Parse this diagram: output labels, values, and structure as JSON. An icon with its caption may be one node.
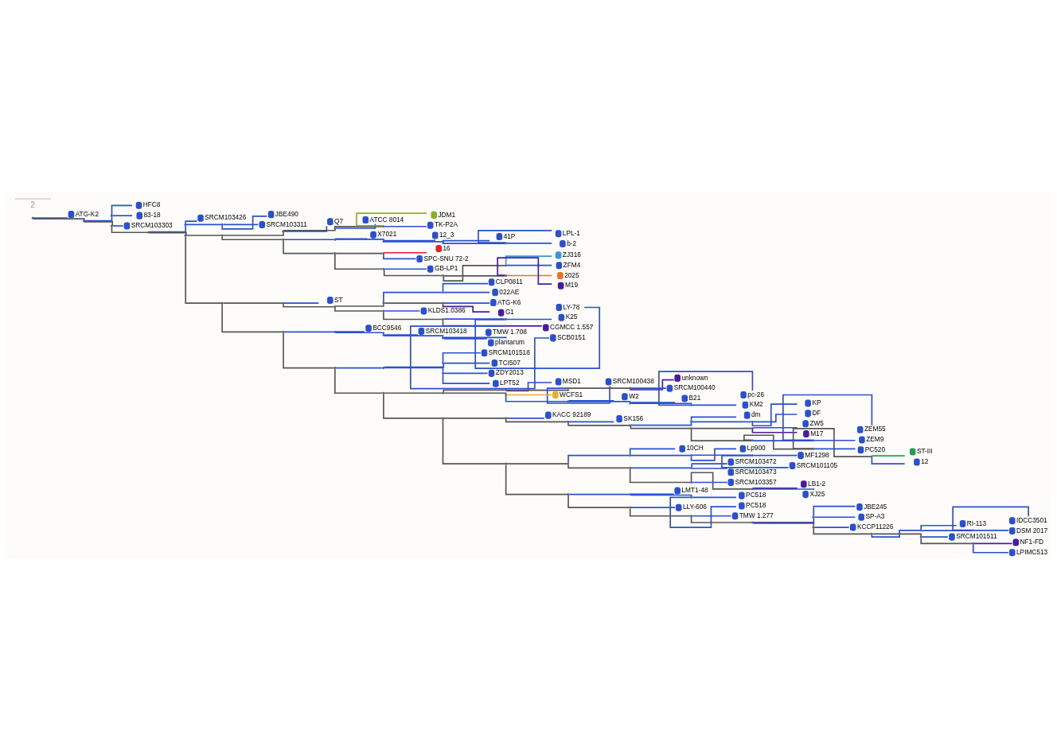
{
  "diagram": {
    "nodes": [
      {
        "text": [],
        "shape": "point"
      },
      {
        "text": [
          "ATG-K2"
        ]
      },
      {
        "text": [],
        "shape": "point"
      },
      {
        "text": [],
        "shape": "point"
      },
      {
        "text": [
          "HFC8"
        ]
      },
      {
        "text": [
          "83-18"
        ]
      },
      {
        "text": [],
        "shape": "point"
      },
      {
        "text": [
          "SRCM103303"
        ]
      },
      {
        "text": [],
        "shape": "point"
      },
      {
        "text": [],
        "shape": "point"
      },
      {
        "text": [
          "SRCM103426"
        ]
      },
      {
        "text": [],
        "shape": "point"
      },
      {
        "text": [
          "JBE490"
        ]
      },
      {
        "text": [
          "SRCM103311"
        ]
      },
      {
        "text": [],
        "shape": "point"
      },
      {
        "text": [],
        "shape": "point"
      },
      {
        "text": [],
        "shape": "point"
      },
      {
        "text": [
          "Q7"
        ]
      },
      {
        "text": [],
        "shape": "point"
      },
      {
        "text": [
          "ATCC 8014"
        ]
      },
      {
        "text": [],
        "shape": "point"
      },
      {
        "text": [
          "JDM1"
        ]
      },
      {
        "text": [
          "TK-P2A"
        ]
      },
      {
        "text": [],
        "shape": "point"
      },
      {
        "text": [],
        "shape": "point"
      },
      {
        "text": [
          "X7021"
        ]
      },
      {
        "text": [],
        "shape": "point"
      },
      {
        "text": [
          "12_3"
        ]
      },
      {
        "text": [],
        "shape": "point"
      },
      {
        "text": [
          "41P"
        ]
      },
      {
        "text": [],
        "shape": "point"
      },
      {
        "text": [
          "LPL-1"
        ]
      },
      {
        "text": [
          "b-2"
        ]
      },
      {
        "text": [],
        "shape": "point"
      },
      {
        "text": [],
        "shape": "point"
      },
      {
        "text": [
          "16"
        ]
      },
      {
        "text": [
          "SPC-SNU 72-2"
        ]
      },
      {
        "text": [],
        "shape": "point"
      },
      {
        "text": [
          "GB-LP1"
        ]
      },
      {
        "text": [],
        "shape": "point"
      },
      {
        "text": [],
        "shape": "point"
      },
      {
        "text": [
          "ZJ316"
        ]
      },
      {
        "text": [
          "ZFM4"
        ]
      },
      {
        "text": [],
        "shape": "point"
      },
      {
        "text": [
          "2025"
        ]
      },
      {
        "text": [
          "M19"
        ]
      },
      {
        "text": [],
        "shape": "point"
      },
      {
        "text": [],
        "shape": "point"
      },
      {
        "text": [
          "ST"
        ]
      },
      {
        "text": [],
        "shape": "point"
      },
      {
        "text": [],
        "shape": "point"
      },
      {
        "text": [],
        "shape": "point"
      },
      {
        "text": [
          "CLP0811"
        ]
      },
      {
        "text": [
          "022AE"
        ]
      },
      {
        "text": [],
        "shape": "point"
      },
      {
        "text": [
          "ATG-K6"
        ]
      },
      {
        "text": [
          "G1"
        ]
      },
      {
        "text": [],
        "shape": "point"
      },
      {
        "text": [
          "KLDS1.0386"
        ]
      },
      {
        "text": [],
        "shape": "point"
      },
      {
        "text": [],
        "shape": "point"
      },
      {
        "text": [
          "LY-78"
        ]
      },
      {
        "text": [
          "K25"
        ]
      },
      {
        "text": [],
        "shape": "point"
      },
      {
        "text": [
          "CGMCC 1.557"
        ]
      },
      {
        "text": [
          "SCB0151"
        ]
      },
      {
        "text": [],
        "shape": "point"
      },
      {
        "text": [],
        "shape": "point"
      },
      {
        "text": [
          "BCC9546"
        ]
      },
      {
        "text": [],
        "shape": "point"
      },
      {
        "text": [
          "SRCM103418"
        ]
      },
      {
        "text": [],
        "shape": "point"
      },
      {
        "text": [
          "TMW 1.708"
        ]
      },
      {
        "text": [
          "plantarum"
        ]
      },
      {
        "text": [],
        "shape": "point"
      },
      {
        "text": [],
        "shape": "point"
      },
      {
        "text": [],
        "shape": "point"
      },
      {
        "text": [
          "SRCM101518"
        ]
      },
      {
        "text": [
          "TCI507"
        ]
      },
      {
        "text": [],
        "shape": "point"
      },
      {
        "text": [
          "ZDY2013"
        ]
      },
      {
        "text": [
          "LPT52"
        ]
      },
      {
        "text": [],
        "shape": "point"
      },
      {
        "text": [],
        "shape": "point"
      },
      {
        "text": [],
        "shape": "point"
      },
      {
        "text": [
          "MSD1"
        ]
      },
      {
        "text": [],
        "shape": "point"
      },
      {
        "text": [
          "SRCM100438"
        ]
      },
      {
        "text": [],
        "shape": "point"
      },
      {
        "text": [
          "unknown"
        ]
      },
      {
        "text": [
          "SRCM100440"
        ]
      },
      {
        "text": [],
        "shape": "point"
      },
      {
        "text": [
          "WCFS1"
        ]
      },
      {
        "text": [],
        "shape": "point"
      },
      {
        "text": [
          "W2"
        ]
      },
      {
        "text": [],
        "shape": "point"
      },
      {
        "text": [
          "B21"
        ]
      },
      {
        "text": [],
        "shape": "point"
      },
      {
        "text": [
          "pc-26"
        ]
      },
      {
        "text": [
          "KM2"
        ]
      },
      {
        "text": [],
        "shape": "point"
      },
      {
        "text": [],
        "shape": "point"
      },
      {
        "text": [
          "KACC 92189"
        ]
      },
      {
        "text": [],
        "shape": "point"
      },
      {
        "text": [
          "SK156"
        ]
      },
      {
        "text": [],
        "shape": "point"
      },
      {
        "text": [],
        "shape": "point"
      },
      {
        "text": [
          "dm"
        ]
      },
      {
        "text": [],
        "shape": "point"
      },
      {
        "text": [
          "KP"
        ]
      },
      {
        "text": [
          "DF"
        ]
      },
      {
        "text": [],
        "shape": "point"
      },
      {
        "text": [],
        "shape": "point"
      },
      {
        "text": [
          "ZW5"
        ]
      },
      {
        "text": [
          "M17"
        ]
      },
      {
        "text": [],
        "shape": "point"
      },
      {
        "text": [],
        "shape": "point"
      },
      {
        "text": [
          "ZEM55"
        ]
      },
      {
        "text": [
          "ZEM9"
        ]
      },
      {
        "text": [],
        "shape": "point"
      },
      {
        "text": [
          "PC520"
        ]
      },
      {
        "text": [],
        "shape": "point"
      },
      {
        "text": [
          "ST-III"
        ]
      },
      {
        "text": [
          "12"
        ]
      },
      {
        "text": [],
        "shape": "point"
      },
      {
        "text": [],
        "shape": "point"
      },
      {
        "text": [],
        "shape": "point"
      },
      {
        "text": [
          "10CH"
        ]
      },
      {
        "text": [],
        "shape": "point"
      },
      {
        "text": [
          "Lp900"
        ]
      },
      {
        "text": [],
        "shape": "point"
      },
      {
        "text": [
          "MF1298"
        ]
      },
      {
        "text": [
          "SRCM101105"
        ]
      },
      {
        "text": [],
        "shape": "point"
      },
      {
        "text": [],
        "shape": "point"
      },
      {
        "text": [
          "SRCM103472"
        ]
      },
      {
        "text": [
          "SRCM103473"
        ]
      },
      {
        "text": [],
        "shape": "point"
      },
      {
        "text": [
          "SRCM103357"
        ]
      },
      {
        "text": [],
        "shape": "point"
      },
      {
        "text": [
          "LB1-2"
        ]
      },
      {
        "text": [
          "XJ25"
        ]
      },
      {
        "text": [],
        "shape": "point"
      },
      {
        "text": [],
        "shape": "point"
      },
      {
        "text": [
          "LMT1-48"
        ]
      },
      {
        "text": [],
        "shape": "point"
      },
      {
        "text": [
          "PC518"
        ]
      },
      {
        "text": [
          "PC518"
        ]
      },
      {
        "text": [],
        "shape": "point"
      },
      {
        "text": [
          "LLY-606"
        ]
      },
      {
        "text": [],
        "shape": "point"
      },
      {
        "text": [
          "TMW 1.277"
        ]
      },
      {
        "text": [],
        "shape": "point"
      },
      {
        "text": [],
        "shape": "point"
      },
      {
        "text": [
          "JBE245"
        ]
      },
      {
        "text": [
          "SP-A3"
        ]
      },
      {
        "text": [],
        "shape": "point"
      },
      {
        "text": [
          "KCCP11226"
        ]
      },
      {
        "text": [],
        "shape": "point"
      },
      {
        "text": [],
        "shape": "point"
      },
      {
        "text": [
          "RI-113"
        ]
      },
      {
        "text": [],
        "shape": "point"
      },
      {
        "text": [
          "IDCC3501"
        ]
      },
      {
        "text": [
          "DSM 2017"
        ]
      },
      {
        "text": [],
        "shape": "point"
      },
      {
        "text": [
          "SRCM101511"
        ]
      },
      {
        "text": [],
        "shape": "point"
      },
      {
        "text": [
          "NF1-FD"
        ]
      },
      {
        "text": [
          "LPIMC513"
        ]
      }
    ],
    "edges": [
      {
        "from": 0,
        "to": 1,
        "arrow": "none"
      },
      {
        "from": 0,
        "to": 2,
        "arrow": "none",
        "color": "#555555"
      },
      {
        "from": 2,
        "to": 3,
        "arrow": "none"
      },
      {
        "from": 3,
        "to": 4,
        "arrow": "none"
      },
      {
        "from": 3,
        "to": 5,
        "arrow": "none"
      },
      {
        "from": 2,
        "to": 6,
        "arrow": "none",
        "color": "#555555"
      },
      {
        "from": 6,
        "to": 7,
        "arrow": "none"
      },
      {
        "from": 6,
        "to": 8,
        "arrow": "none",
        "color": "#555555"
      },
      {
        "from": 8,
        "to": 9,
        "arrow": "none"
      },
      {
        "from": 9,
        "to": 10,
        "arrow": "none"
      },
      {
        "from": 9,
        "to": 11,
        "arrow": "none"
      },
      {
        "from": 11,
        "to": 12,
        "arrow": "none"
      },
      {
        "from": 11,
        "to": 13,
        "arrow": "none"
      },
      {
        "from": 8,
        "to": 14,
        "arrow": "none",
        "color": "#555555"
      },
      {
        "from": 14,
        "to": 15,
        "arrow": "none",
        "color": "#555555"
      },
      {
        "from": 15,
        "to": 16,
        "arrow": "none",
        "color": "#555555"
      },
      {
        "from": 16,
        "to": 17,
        "arrow": "none"
      },
      {
        "from": 16,
        "to": 18,
        "arrow": "none",
        "color": "#555555"
      },
      {
        "from": 18,
        "to": 19,
        "arrow": "none"
      },
      {
        "from": 18,
        "to": 20,
        "arrow": "none",
        "color": "#555555"
      },
      {
        "from": 20,
        "to": 21,
        "arrow": "none",
        "color": "#8ab02a"
      },
      {
        "from": 20,
        "to": 22,
        "arrow": "none"
      },
      {
        "from": 15,
        "to": 23,
        "arrow": "none",
        "color": "#555555"
      },
      {
        "from": 23,
        "to": 24,
        "arrow": "none"
      },
      {
        "from": 24,
        "to": 25,
        "arrow": "none"
      },
      {
        "from": 24,
        "to": 26,
        "arrow": "none"
      },
      {
        "from": 26,
        "to": 27,
        "arrow": "none"
      },
      {
        "from": 26,
        "to": 28,
        "arrow": "none"
      },
      {
        "from": 28,
        "to": 29,
        "arrow": "none"
      },
      {
        "from": 28,
        "to": 30,
        "arrow": "none"
      },
      {
        "from": 30,
        "to": 31,
        "arrow": "none"
      },
      {
        "from": 30,
        "to": 32,
        "arrow": "none"
      },
      {
        "from": 23,
        "to": 33,
        "arrow": "none",
        "color": "#555555"
      },
      {
        "from": 33,
        "to": 34,
        "arrow": "none",
        "color": "#555555"
      },
      {
        "from": 34,
        "to": 35,
        "arrow": "none",
        "color": "#e8202a"
      },
      {
        "from": 34,
        "to": 36,
        "arrow": "none"
      },
      {
        "from": 33,
        "to": 37,
        "arrow": "none",
        "color": "#555555"
      },
      {
        "from": 37,
        "to": 38,
        "arrow": "none"
      },
      {
        "from": 37,
        "to": 39,
        "arrow": "none",
        "color": "#555555"
      },
      {
        "from": 39,
        "to": 40,
        "arrow": "none",
        "color": "#555555"
      },
      {
        "from": 40,
        "to": 41,
        "arrow": "none",
        "color": "#3a96d6"
      },
      {
        "from": 40,
        "to": 42,
        "arrow": "none"
      },
      {
        "from": 39,
        "to": 43,
        "arrow": "none",
        "color": "#555555"
      },
      {
        "from": 43,
        "to": 44,
        "arrow": "none",
        "color": "#ef7020"
      },
      {
        "from": 43,
        "to": 45,
        "arrow": "none",
        "color": "#4a1aa0"
      },
      {
        "from": 14,
        "to": 46,
        "arrow": "none",
        "color": "#555555"
      },
      {
        "from": 46,
        "to": 47,
        "arrow": "none",
        "color": "#555555"
      },
      {
        "from": 47,
        "to": 48,
        "arrow": "none"
      },
      {
        "from": 47,
        "to": 49,
        "arrow": "none",
        "color": "#555555"
      },
      {
        "from": 49,
        "to": 50,
        "arrow": "none",
        "color": "#555555"
      },
      {
        "from": 50,
        "to": 51,
        "arrow": "none"
      },
      {
        "from": 51,
        "to": 52,
        "arrow": "none"
      },
      {
        "from": 51,
        "to": 53,
        "arrow": "none"
      },
      {
        "from": 50,
        "to": 54,
        "arrow": "none",
        "color": "#555555"
      },
      {
        "from": 54,
        "to": 55,
        "arrow": "none"
      },
      {
        "from": 54,
        "to": 56,
        "arrow": "none",
        "color": "#4a1aa0"
      },
      {
        "from": 49,
        "to": 57,
        "arrow": "none",
        "color": "#555555"
      },
      {
        "from": 57,
        "to": 58,
        "arrow": "none"
      },
      {
        "from": 57,
        "to": 59,
        "arrow": "none",
        "color": "#555555"
      },
      {
        "from": 59,
        "to": 60,
        "arrow": "none"
      },
      {
        "from": 60,
        "to": 61,
        "arrow": "none"
      },
      {
        "from": 60,
        "to": 62,
        "arrow": "none"
      },
      {
        "from": 59,
        "to": 63,
        "arrow": "none",
        "color": "#555555"
      },
      {
        "from": 63,
        "to": 64,
        "arrow": "none",
        "color": "#4a1aa0"
      },
      {
        "from": 63,
        "to": 65,
        "arrow": "none"
      },
      {
        "from": 46,
        "to": 66,
        "arrow": "none",
        "color": "#555555"
      },
      {
        "from": 66,
        "to": 67,
        "arrow": "none"
      },
      {
        "from": 67,
        "to": 68,
        "arrow": "none"
      },
      {
        "from": 67,
        "to": 69,
        "arrow": "none"
      },
      {
        "from": 69,
        "to": 70,
        "arrow": "none"
      },
      {
        "from": 69,
        "to": 71,
        "arrow": "none"
      },
      {
        "from": 71,
        "to": 72,
        "arrow": "none"
      },
      {
        "from": 71,
        "to": 73,
        "arrow": "none"
      },
      {
        "from": 66,
        "to": 74,
        "arrow": "none",
        "color": "#555555"
      },
      {
        "from": 74,
        "to": 75,
        "arrow": "none"
      },
      {
        "from": 75,
        "to": 76,
        "arrow": "none"
      },
      {
        "from": 76,
        "to": 77,
        "arrow": "none"
      },
      {
        "from": 76,
        "to": 78,
        "arrow": "none"
      },
      {
        "from": 75,
        "to": 79,
        "arrow": "none"
      },
      {
        "from": 79,
        "to": 80,
        "arrow": "none"
      },
      {
        "from": 79,
        "to": 81,
        "arrow": "none"
      },
      {
        "from": 74,
        "to": 82,
        "arrow": "none",
        "color": "#555555"
      },
      {
        "from": 82,
        "to": 83,
        "arrow": "none",
        "color": "#555555"
      },
      {
        "from": 83,
        "to": 84,
        "arrow": "none",
        "color": "#555555"
      },
      {
        "from": 84,
        "to": 85,
        "arrow": "none"
      },
      {
        "from": 84,
        "to": 86,
        "arrow": "none",
        "color": "#555555"
      },
      {
        "from": 86,
        "to": 87,
        "arrow": "none"
      },
      {
        "from": 86,
        "to": 88,
        "arrow": "none",
        "color": "#555555"
      },
      {
        "from": 88,
        "to": 89,
        "arrow": "none",
        "color": "#4a1aa0"
      },
      {
        "from": 88,
        "to": 90,
        "arrow": "none"
      },
      {
        "from": 83,
        "to": 91,
        "arrow": "none",
        "color": "#555555"
      },
      {
        "from": 91,
        "to": 92,
        "arrow": "none",
        "color": "#f0a82a"
      },
      {
        "from": 91,
        "to": 93,
        "arrow": "none"
      },
      {
        "from": 93,
        "to": 94,
        "arrow": "none"
      },
      {
        "from": 93,
        "to": 95,
        "arrow": "none"
      },
      {
        "from": 95,
        "to": 96,
        "arrow": "none"
      },
      {
        "from": 95,
        "to": 97,
        "arrow": "none"
      },
      {
        "from": 97,
        "to": 98,
        "arrow": "none"
      },
      {
        "from": 97,
        "to": 99,
        "arrow": "none"
      },
      {
        "from": 82,
        "to": 100,
        "arrow": "none",
        "color": "#555555"
      },
      {
        "from": 100,
        "to": 101,
        "arrow": "none",
        "color": "#555555"
      },
      {
        "from": 101,
        "to": 102,
        "arrow": "none"
      },
      {
        "from": 101,
        "to": 103,
        "arrow": "none",
        "color": "#555555"
      },
      {
        "from": 103,
        "to": 104,
        "arrow": "none"
      },
      {
        "from": 103,
        "to": 105,
        "arrow": "none",
        "color": "#555555"
      },
      {
        "from": 105,
        "to": 106,
        "arrow": "none"
      },
      {
        "from": 106,
        "to": 107,
        "arrow": "none"
      },
      {
        "from": 106,
        "to": 108,
        "arrow": "none"
      },
      {
        "from": 108,
        "to": 109,
        "arrow": "none"
      },
      {
        "from": 108,
        "to": 110,
        "arrow": "none"
      },
      {
        "from": 105,
        "to": 111,
        "arrow": "none",
        "color": "#555555"
      },
      {
        "from": 111,
        "to": 112,
        "arrow": "none",
        "color": "#555555"
      },
      {
        "from": 112,
        "to": 113,
        "arrow": "none"
      },
      {
        "from": 112,
        "to": 114,
        "arrow": "none",
        "color": "#4a1aa0"
      },
      {
        "from": 111,
        "to": 115,
        "arrow": "none",
        "color": "#555555"
      },
      {
        "from": 115,
        "to": 116,
        "arrow": "none"
      },
      {
        "from": 116,
        "to": 117,
        "arrow": "none"
      },
      {
        "from": 116,
        "to": 118,
        "arrow": "none"
      },
      {
        "from": 115,
        "to": 119,
        "arrow": "none",
        "color": "#555555"
      },
      {
        "from": 119,
        "to": 120,
        "arrow": "none"
      },
      {
        "from": 119,
        "to": 121,
        "arrow": "none",
        "color": "#555555"
      },
      {
        "from": 121,
        "to": 122,
        "arrow": "none",
        "color": "#22a05a"
      },
      {
        "from": 121,
        "to": 123,
        "arrow": "none"
      },
      {
        "from": 100,
        "to": 124,
        "arrow": "none",
        "color": "#555555"
      },
      {
        "from": 124,
        "to": 125,
        "arrow": "none",
        "color": "#555555"
      },
      {
        "from": 125,
        "to": 126,
        "arrow": "none"
      },
      {
        "from": 126,
        "to": 127,
        "arrow": "none"
      },
      {
        "from": 126,
        "to": 128,
        "arrow": "none"
      },
      {
        "from": 128,
        "to": 129,
        "arrow": "none"
      },
      {
        "from": 128,
        "to": 130,
        "arrow": "none"
      },
      {
        "from": 130,
        "to": 131,
        "arrow": "none"
      },
      {
        "from": 130,
        "to": 132,
        "arrow": "none"
      },
      {
        "from": 125,
        "to": 133,
        "arrow": "none",
        "color": "#555555"
      },
      {
        "from": 133,
        "to": 134,
        "arrow": "none"
      },
      {
        "from": 134,
        "to": 135,
        "arrow": "none"
      },
      {
        "from": 134,
        "to": 136,
        "arrow": "none"
      },
      {
        "from": 133,
        "to": 137,
        "arrow": "none",
        "color": "#555555"
      },
      {
        "from": 137,
        "to": 138,
        "arrow": "none"
      },
      {
        "from": 137,
        "to": 139,
        "arrow": "none",
        "color": "#555555"
      },
      {
        "from": 139,
        "to": 140,
        "arrow": "none",
        "color": "#4a1aa0"
      },
      {
        "from": 139,
        "to": 141,
        "arrow": "none"
      },
      {
        "from": 124,
        "to": 142,
        "arrow": "none",
        "color": "#555555"
      },
      {
        "from": 142,
        "to": 143,
        "arrow": "none"
      },
      {
        "from": 143,
        "to": 144,
        "arrow": "none"
      },
      {
        "from": 143,
        "to": 145,
        "arrow": "none"
      },
      {
        "from": 145,
        "to": 146,
        "arrow": "none"
      },
      {
        "from": 145,
        "to": 147,
        "arrow": "none"
      },
      {
        "from": 142,
        "to": 148,
        "arrow": "none",
        "color": "#555555"
      },
      {
        "from": 148,
        "to": 149,
        "arrow": "none"
      },
      {
        "from": 148,
        "to": 150,
        "arrow": "none",
        "color": "#555555"
      },
      {
        "from": 150,
        "to": 151,
        "arrow": "none"
      },
      {
        "from": 150,
        "to": 152,
        "arrow": "none",
        "color": "#555555"
      },
      {
        "from": 152,
        "to": 153,
        "arrow": "none"
      },
      {
        "from": 153,
        "to": 154,
        "arrow": "none"
      },
      {
        "from": 153,
        "to": 155,
        "arrow": "none"
      },
      {
        "from": 152,
        "to": 156,
        "arrow": "none",
        "color": "#555555"
      },
      {
        "from": 156,
        "to": 157,
        "arrow": "none"
      },
      {
        "from": 156,
        "to": 158,
        "arrow": "none",
        "color": "#555555"
      },
      {
        "from": 158,
        "to": 159,
        "arrow": "none"
      },
      {
        "from": 159,
        "to": 160,
        "arrow": "none"
      },
      {
        "from": 159,
        "to": 161,
        "arrow": "none"
      },
      {
        "from": 161,
        "to": 162,
        "arrow": "none"
      },
      {
        "from": 161,
        "to": 163,
        "arrow": "none"
      },
      {
        "from": 158,
        "to": 164,
        "arrow": "none",
        "color": "#555555"
      },
      {
        "from": 164,
        "to": 165,
        "arrow": "none"
      },
      {
        "from": 164,
        "to": 166,
        "arrow": "none",
        "color": "#555555"
      },
      {
        "from": 166,
        "to": 167,
        "arrow": "none",
        "color": "#4a1aa0"
      },
      {
        "from": 166,
        "to": 168,
        "arrow": "none"
      }
    ],
    "labels": [
      "2"
    ]
  }
}
